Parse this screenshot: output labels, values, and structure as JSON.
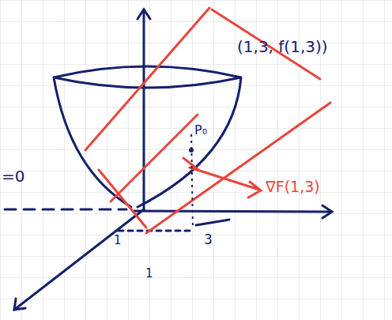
{
  "diagram": {
    "labels": [
      "(1,3, f(1,3))",
      "∇F(1,3)",
      "P₀",
      "1",
      "3",
      "1",
      "=0"
    ]
  }
}
